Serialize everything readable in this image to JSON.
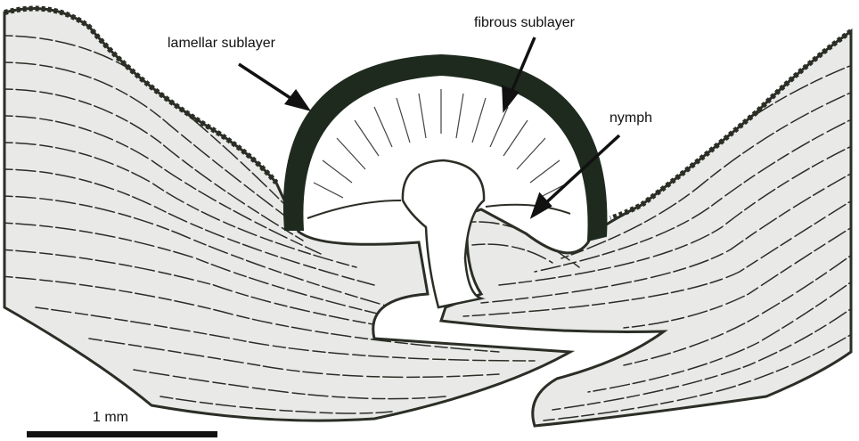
{
  "labels": {
    "lamellar": "lamellar sublayer",
    "fibrous": "fibrous sublayer",
    "nymph": "nymph"
  },
  "scale_bar": {
    "label": "1 mm"
  },
  "colors": {
    "tissue_fill": "#e9e9e8",
    "outline": "#2a2e25",
    "lamellar_layer": "#1e2a1e",
    "fibrous_fill": "#ffffff"
  }
}
